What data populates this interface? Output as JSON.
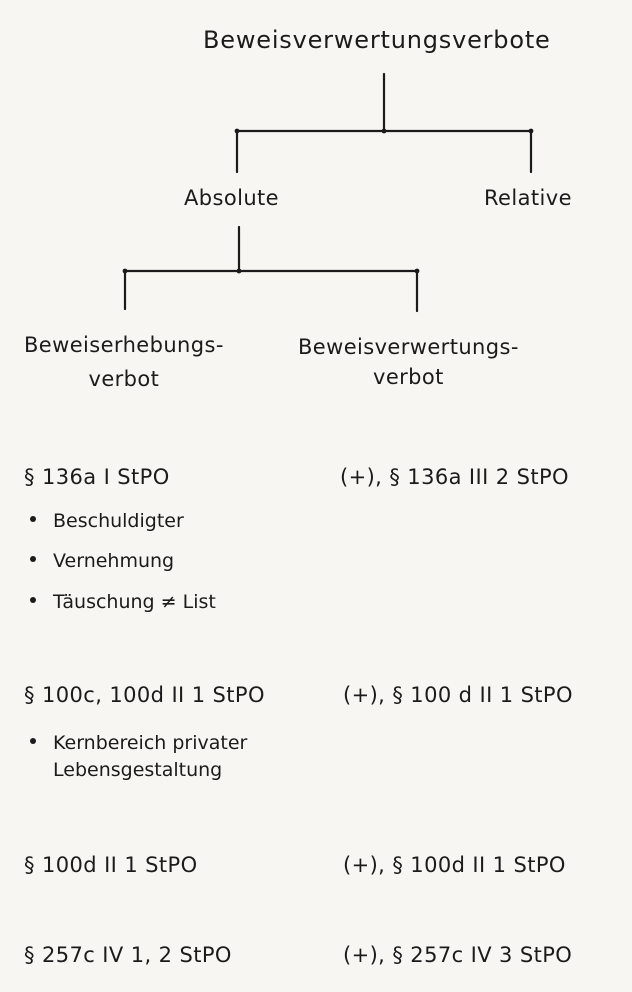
{
  "tree": {
    "root": "Beweisverwertungsverbote",
    "absolute": "Absolute",
    "relative": "Relative",
    "leaf_left": "Beweiserhebungs-\nverbot",
    "leaf_right": "Beweisverwertungs-\nverbot"
  },
  "rows": [
    {
      "left": "§ 136a I StPO",
      "right": "(+), § 136a III 2 StPO",
      "bullets": [
        "Beschuldigter",
        "Vernehmung",
        "Täuschung ≠ List"
      ]
    },
    {
      "left": "§ 100c, 100d II 1 StPO",
      "right": "(+), § 100 d II 1 StPO",
      "bullets": [
        "Kernbereich privater\nLebensgestaltung"
      ]
    },
    {
      "left": "§ 100d II 1 StPO",
      "right": "(+), § 100d II 1 StPO",
      "bullets": []
    },
    {
      "left": "§ 257c IV 1, 2 StPO",
      "right": "(+), § 257c IV 3 StPO",
      "bullets": []
    }
  ]
}
